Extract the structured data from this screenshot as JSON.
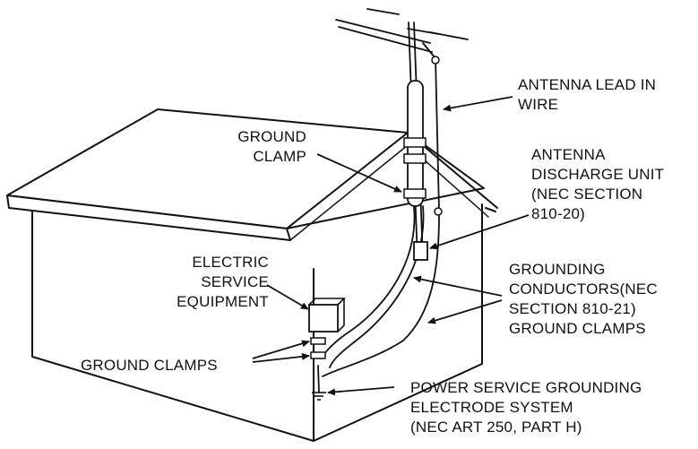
{
  "labels": {
    "antenna_lead_in_wire": [
      "ANTENNA LEAD IN",
      "WIRE"
    ],
    "ground_clamp": [
      "GROUND",
      "CLAMP"
    ],
    "antenna_discharge_unit": [
      "ANTENNA",
      "DISCHARGE UNIT",
      "(NEC SECTION",
      "810-20)"
    ],
    "electric_service_equipment": [
      "ELECTRIC",
      "SERVICE",
      "EQUIPMENT"
    ],
    "grounding_conductors": [
      "GROUNDING",
      "CONDUCTORS(NEC",
      "SECTION 810-21)",
      "GROUND CLAMPS"
    ],
    "ground_clamps": [
      "GROUND CLAMPS"
    ],
    "power_service_grounding": [
      "POWER SERVICE GROUNDING",
      "ELECTRODE SYSTEM",
      "(NEC ART 250, PART H)"
    ]
  },
  "colors": {
    "line": "#111111",
    "fill": "#ffffff",
    "roof_edge": "#555555"
  }
}
